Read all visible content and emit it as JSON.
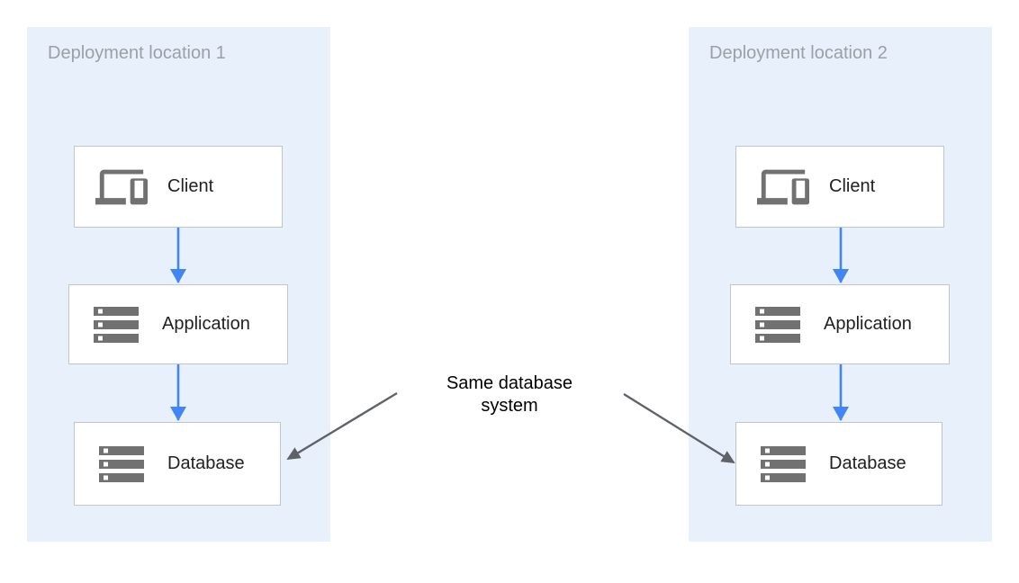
{
  "colors": {
    "panel_bg": "#e8f0fb",
    "panel_title": "#9aa0a6",
    "node_border": "#c2c6cb",
    "node_bg": "#ffffff",
    "node_label": "#212121",
    "icon_gray": "#717171",
    "arrow_blue": "#4285f4",
    "arrow_gray": "#5f6368",
    "center_label": "#000000"
  },
  "center_label": {
    "text": "Same database system"
  },
  "panels": [
    {
      "title": "Deployment location 1",
      "nodes": [
        {
          "icon": "devices-icon",
          "label": "Client"
        },
        {
          "icon": "storage-icon",
          "label": "Application"
        },
        {
          "icon": "storage-icon",
          "label": "Database"
        }
      ]
    },
    {
      "title": "Deployment location 2",
      "nodes": [
        {
          "icon": "devices-icon",
          "label": "Client"
        },
        {
          "icon": "storage-icon",
          "label": "Application"
        },
        {
          "icon": "storage-icon",
          "label": "Database"
        }
      ]
    }
  ]
}
